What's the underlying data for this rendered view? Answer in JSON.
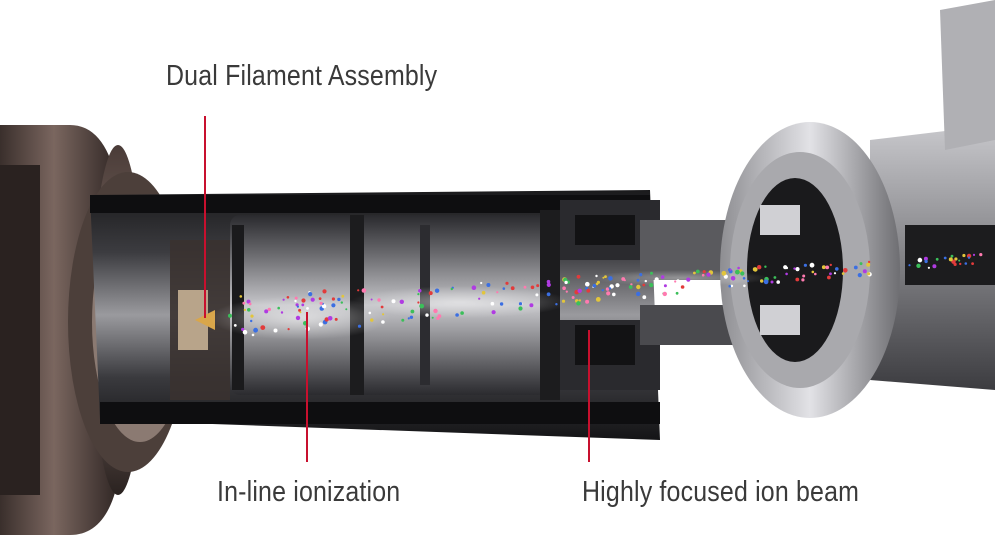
{
  "labels": {
    "filament": "Dual Filament Assembly",
    "ionization": "In-line ionization",
    "beam": "Highly focused ion beam"
  },
  "colors": {
    "leader": "#c8102e",
    "text": "#3a3a3a",
    "metal_dark": "#1c1c1e",
    "metal_light": "#c9c9cc",
    "bronze": "#5a4a44"
  },
  "particle_colors": [
    "#e23b3b",
    "#3b6fe2",
    "#3bbf5a",
    "#e2c53b",
    "#b03be2",
    "#ffffff",
    "#ff7ab0"
  ]
}
